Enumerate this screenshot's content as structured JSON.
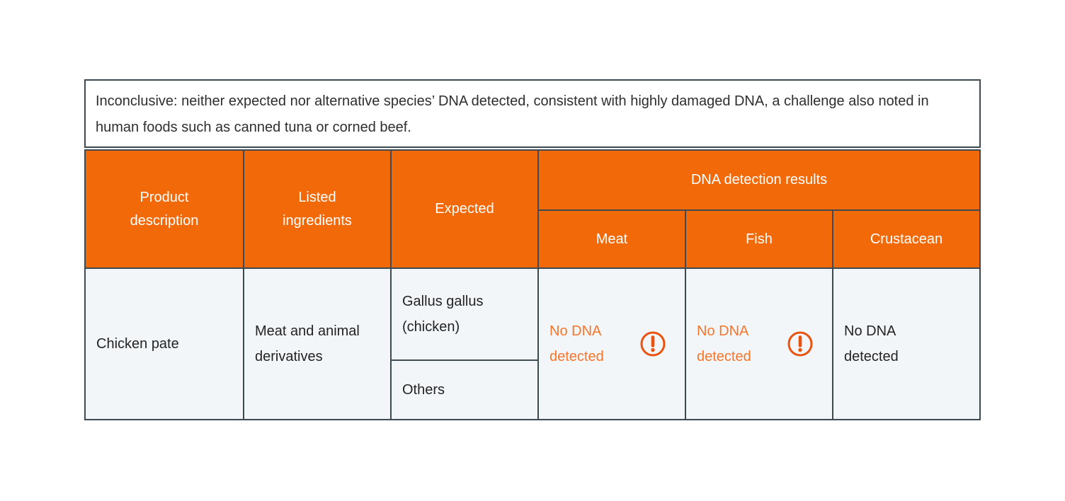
{
  "note": {
    "text": "Inconclusive: neither expected nor alternative species’ DNA detected, consistent with highly damaged DNA, a challenge also noted in human foods such as canned tuna or corned beef."
  },
  "table": {
    "columns": {
      "product": "Product description",
      "ingredients": "Listed ingredients",
      "expected": "Expected",
      "dna_group": "DNA detection results",
      "meat": "Meat",
      "fish": "Fish",
      "crustacean": "Crustacean"
    },
    "row": {
      "product": "Chicken pate",
      "ingredients": "Meat and animal derivatives",
      "expected_species": "Gallus gallus (chicken)",
      "expected_other": "Others",
      "meat_result": "No DNA detected",
      "meat_flag": "warning",
      "fish_result": "No DNA detected",
      "fish_flag": "warning",
      "crustacean_result": "No DNA detected",
      "crustacean_flag": "none"
    }
  },
  "colors": {
    "header_orange": "#F2690A",
    "warn_text": "#F5752B",
    "warning_icon": "#E95310",
    "grid_border": "#3E4A52",
    "row_background": "#F3F6F8"
  }
}
